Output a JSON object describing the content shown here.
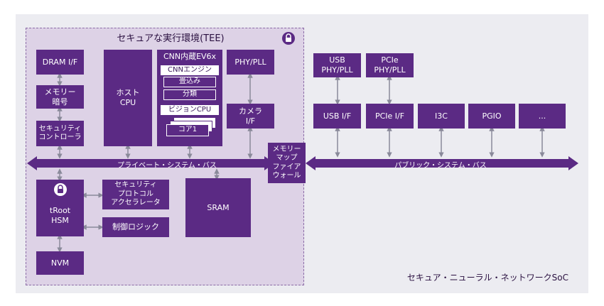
{
  "tee": {
    "title": "セキュアな実行環境(TEE)"
  },
  "blocks": {
    "dram_if": "DRAM I/F",
    "memory_crypto": "メモリー\n暗号",
    "security_controller": "セキュリティ\nコントローラ",
    "host_cpu": "ホスト\nCPU",
    "cnn_title": "CNN内蔵EV6x",
    "cnn_engine": "CNNエンジン",
    "convolution": "畳込み",
    "classification": "分類",
    "vision_cpu": "ビジョンCPU",
    "core1": "コア1",
    "phy_pll": "PHY/PLL",
    "camera_if": "カメラ\nI/F",
    "troot_hsm": "tRoot\nHSM",
    "security_protocol_accel": "セキュリティ\nプロトコル\nアクセラレータ",
    "control_logic": "制御ロジック",
    "sram": "SRAM",
    "nvm": "NVM",
    "memory_map_firewall": "メモリー\nマップ\nファイア\nウォール",
    "usb_phy_pll": "USB\nPHY/PLL",
    "pcie_phy_pll": "PCIe\nPHY/PLL",
    "usb_if": "USB I/F",
    "pcie_if": "PCIe I/F",
    "i3c": "I3C",
    "pgio": "PGIO",
    "more": "..."
  },
  "buses": {
    "private": "プライベート・システム・バス",
    "public": "パブリック・システム・バス"
  },
  "footer": "セキュア・ニューラル・ネットワークSoC",
  "colors": {
    "block": "#5b2a84",
    "tee_bg": "#ddd2e6",
    "canvas_bg": "#ececf1",
    "connector": "#8a8a9a"
  },
  "icons": [
    "lock-icon"
  ]
}
